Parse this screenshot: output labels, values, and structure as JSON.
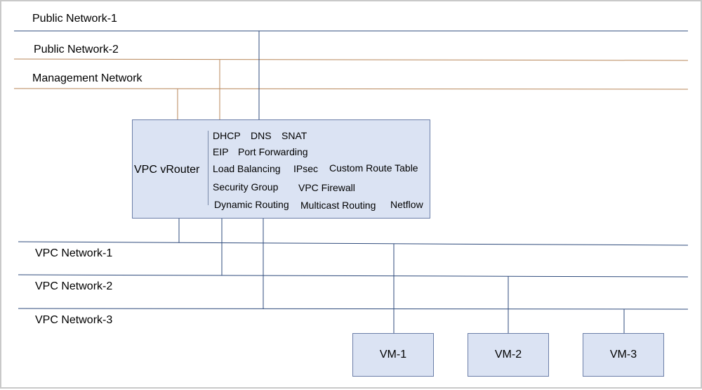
{
  "networks": {
    "public1": "Public Network-1",
    "public2": "Public Network-2",
    "management": "Management Network",
    "vpc1": "VPC Network-1",
    "vpc2": "VPC Network-2",
    "vpc3": "VPC Network-3"
  },
  "router": {
    "name": "VPC vRouter",
    "services": {
      "dhcp": "DHCP",
      "dns": "DNS",
      "snat": "SNAT",
      "eip": "EIP",
      "port_forwarding": "Port Forwarding",
      "load_balancing": "Load Balancing",
      "ipsec": "IPsec",
      "custom_route_table": "Custom Route Table",
      "security_group": "Security Group",
      "vpc_firewall": "VPC Firewall",
      "dynamic_routing": "Dynamic Routing",
      "multicast_routing": "Multicast Routing",
      "netflow": "Netflow"
    }
  },
  "vms": {
    "vm1": "VM-1",
    "vm2": "VM-2",
    "vm3": "VM-3"
  },
  "colors": {
    "public1_line": "#2f4b7c",
    "public2_line": "#b8875a",
    "management_line": "#b8875a",
    "vpc_line": "#2f4b7c",
    "box_fill": "#dbe3f3"
  }
}
